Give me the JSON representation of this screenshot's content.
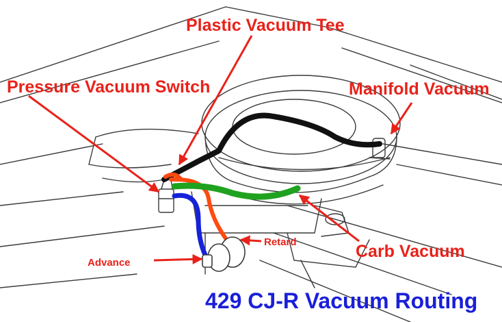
{
  "labels": {
    "plastic_tee": "Plastic Vacuum Tee",
    "pressure_switch": "Pressure Vacuum Switch",
    "manifold_vacuum": "Manifold Vacuum",
    "retard": "Retard",
    "carb_vacuum": "Carb Vacuum",
    "advance": "Advance",
    "title": "429 CJ-R Vacuum Routing"
  },
  "colors": {
    "label_red": "#e8221a",
    "title_blue": "#1a1fd8",
    "sketch": "#3a3a3a",
    "hose_black": "#111111",
    "hose_green": "#1fa21f",
    "hose_orange": "#ff4a10",
    "hose_blue": "#1522d8",
    "arrow": "#e8221a"
  }
}
